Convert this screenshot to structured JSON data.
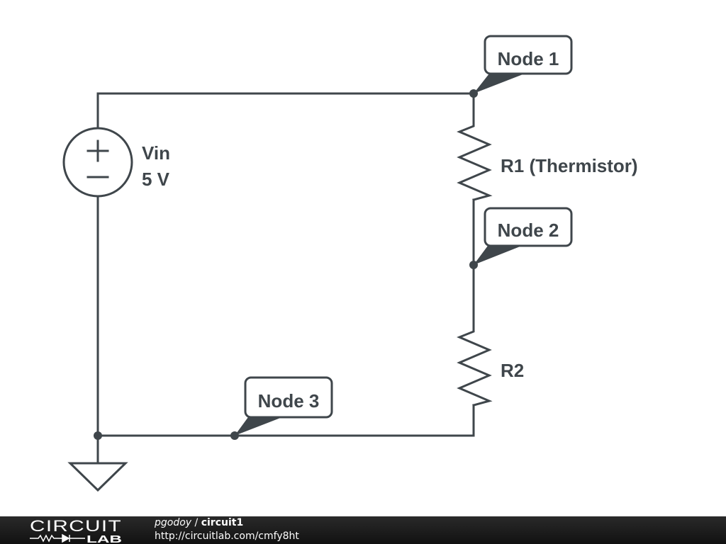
{
  "schematic": {
    "source": {
      "name": "Vin",
      "value": "5 V",
      "plus_symbol": "+",
      "minus_symbol": "−"
    },
    "resistors": [
      {
        "name": "R1 (Thermistor)"
      },
      {
        "name": "R2"
      }
    ],
    "nodes": [
      {
        "label": "Node 1"
      },
      {
        "label": "Node 2"
      },
      {
        "label": "Node 3"
      }
    ],
    "ground": {
      "icon": "ground-icon"
    },
    "colors": {
      "wire": "#3f464b",
      "background": "#ffffff"
    }
  },
  "footer": {
    "logo_top": "CIRCUIT",
    "logo_bottom": "LAB",
    "user": "pgodoy",
    "separator": " / ",
    "circuit_name": "circuit1",
    "url": "http://circuitlab.com/cmfy8ht",
    "colors": {
      "background": "#1b1b1b",
      "text": "#ffffff"
    }
  }
}
